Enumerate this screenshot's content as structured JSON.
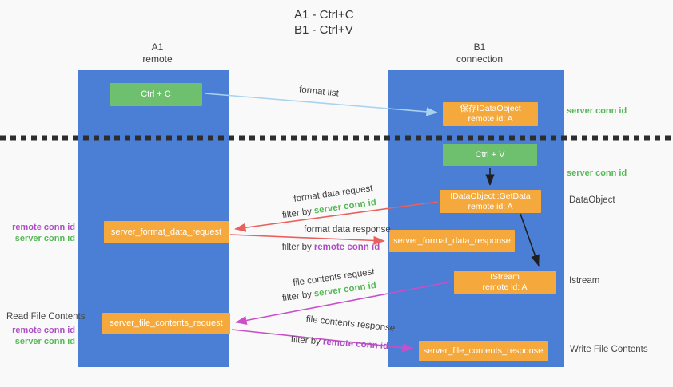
{
  "title": {
    "line1": "A1 - Ctrl+C",
    "line2": "B1 - Ctrl+V"
  },
  "lifelines": {
    "a": {
      "title": "A1",
      "subtitle": "remote"
    },
    "b": {
      "title": "B1",
      "subtitle": "connection"
    }
  },
  "boxes": {
    "ctrl_c": {
      "label": "Ctrl + C"
    },
    "ctrl_v": {
      "label": "Ctrl + V"
    },
    "save_dataobject": {
      "line1": "保存IDataObject",
      "line2": "remote id: A"
    },
    "getdata": {
      "line1": "IDataObject::GetData",
      "line2": "remote id: A"
    },
    "istream": {
      "line1": "IStream",
      "line2": "remote id: A"
    },
    "format_request": {
      "label": "server_format_data_request"
    },
    "format_response": {
      "label": "server_format_data_response"
    },
    "file_request": {
      "label": "server_file_contents_request"
    },
    "file_response": {
      "label": "server_file_contents_response"
    }
  },
  "annotations": {
    "server_conn_id_top": "server conn id",
    "server_conn_id_mid": "server conn id",
    "dataobject": "DataObject",
    "istream": "Istream",
    "write_file_contents": "Write File Contents",
    "read_file_contents": "Read File Contents",
    "left_group_1": {
      "remote": "remote conn id",
      "server": "server conn id"
    },
    "left_group_2": {
      "remote": "remote conn id",
      "server": "server conn id"
    }
  },
  "flows": {
    "format_list": {
      "label": "format list"
    },
    "format_data_request": {
      "label": "format data request",
      "filter_prefix": "filter by",
      "filter_key": "server conn id"
    },
    "format_data_response": {
      "label": "format data response",
      "filter_prefix": "filter by",
      "filter_key": "remote conn id"
    },
    "file_contents_request": {
      "label": "file contents request",
      "filter_prefix": "filter by",
      "filter_key": "server conn id"
    },
    "file_contents_response": {
      "label": "file contents response",
      "filter_prefix": "filter by",
      "filter_key": "remote conn id"
    }
  },
  "colors": {
    "background": "#f9f9f9",
    "lifeline_blue": "#4B7FD5",
    "box_orange": "#F5A93C",
    "box_green": "#6EBF6E",
    "server_conn_green": "#55B955",
    "remote_conn_purple": "#AC4FC4",
    "arrow_red": "#E9605C",
    "arrow_magenta": "#C84FC8",
    "arrow_lightblue": "#A8D2EE",
    "arrow_black": "#1f1f1f",
    "divider_dark": "#2d2d2d"
  }
}
